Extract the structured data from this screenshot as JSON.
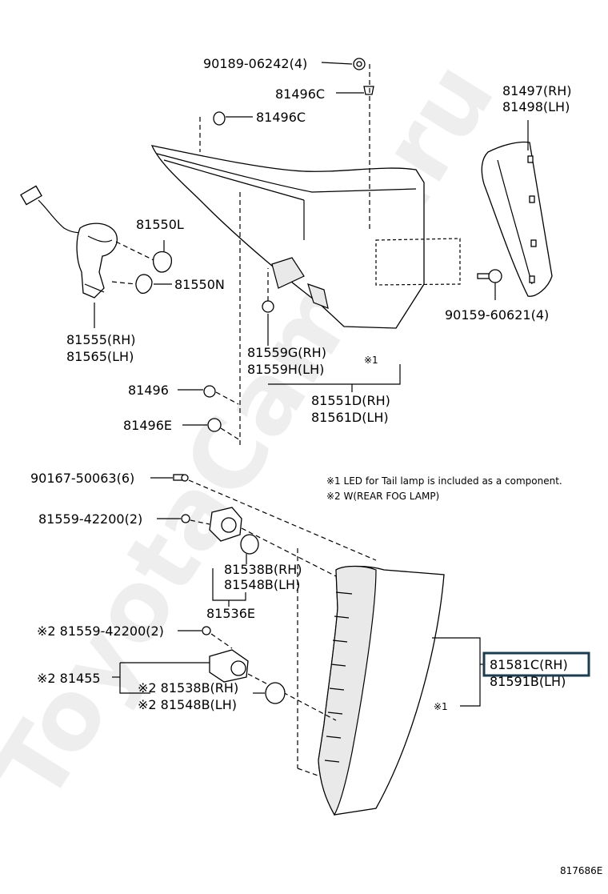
{
  "watermark": "ToyotaCamry.ru",
  "diagram_code": "817686E",
  "notes": {
    "note1": "※1 LED for Tail lamp is included as a component.",
    "note2": "※2 W(REAR FOG LAMP)",
    "mark1_a": "※1",
    "mark1_b": "※1"
  },
  "labels": {
    "p90189": "90189-06242(4)",
    "p81496C_a": "81496C",
    "p81496C_b": "81496C",
    "p81497": "81497(RH)",
    "p81498": "81498(LH)",
    "p81550L": "81550L",
    "p81550N": "81550N",
    "p90159": "90159-60621(4)",
    "p81555": "81555(RH)",
    "p81565": "81565(LH)",
    "p81559G": "81559G(RH)",
    "p81559H": "81559H(LH)",
    "p81496": "81496",
    "p81551D": "81551D(RH)",
    "p81561D": "81561D(LH)",
    "p81496E": "81496E",
    "p90167": "90167-50063(6)",
    "p81559_42200_a": "81559-42200(2)",
    "p81538B_a": "81538B(RH)",
    "p81548B_a": "81548B(LH)",
    "p81536E": "81536E",
    "p81559_42200_b": "※2 81559-42200(2)",
    "p81455": "※2 81455",
    "p81538B_b": "※2 81538B(RH)",
    "p81548B_b": "※2 81548B(LH)",
    "p81581C": "81581C(RH)",
    "p81591B": "81591B(LH)"
  }
}
